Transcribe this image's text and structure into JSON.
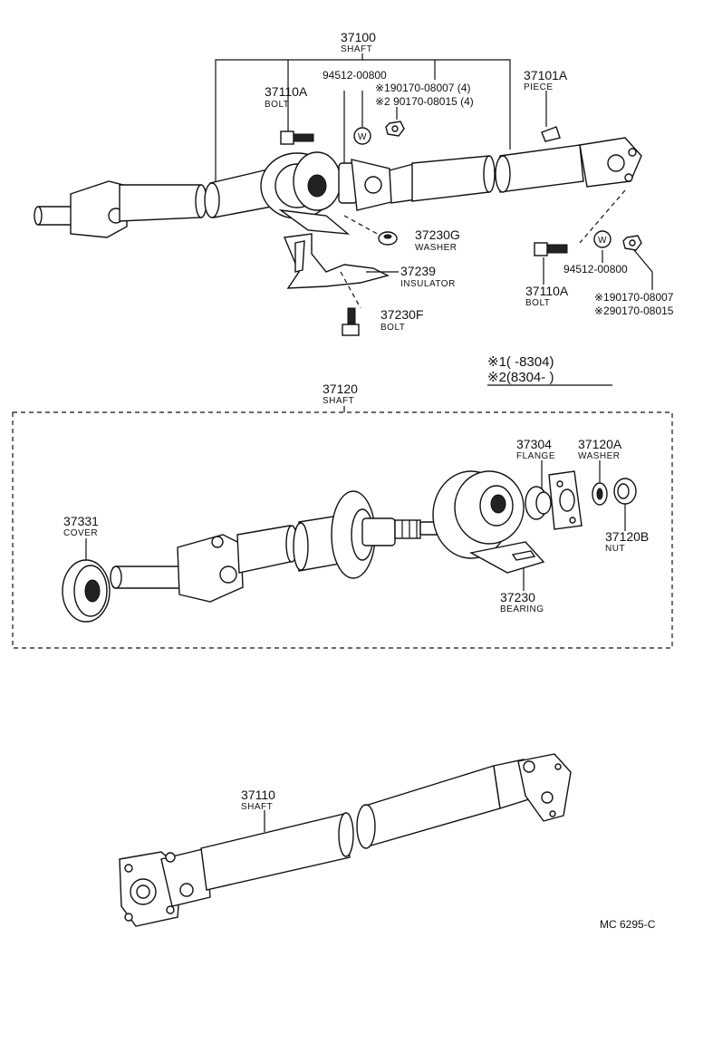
{
  "labels": {
    "shaft_37100": {
      "num": "37100",
      "sub": "SHAFT"
    },
    "bolt_37110A_top": {
      "num": "37110A",
      "sub": "BOLT"
    },
    "washer_pn_top": "94512-00800",
    "nut_pn1_top": "※190170-08007 (4)",
    "nut_pn2_top": "※2 90170-08015 (4)",
    "piece_37101A": {
      "num": "37101A",
      "sub": "PIECE"
    },
    "washer_37230G": {
      "num": "37230G",
      "sub": "WASHER"
    },
    "insulator_37239": {
      "num": "37239",
      "sub": "INSULATOR"
    },
    "bolt_37230F": {
      "num": "37230F",
      "sub": "BOLT"
    },
    "washer_pn_right": "94512-00800",
    "bolt_37110A_right": {
      "num": "37110A",
      "sub": "BOLT"
    },
    "nut_pn1_right": "※190170-08007",
    "nut_pn2_right": "※290170-08015",
    "legend1": "※1(      -8304)",
    "legend2": "※2(8304-         )",
    "shaft_37120": {
      "num": "37120",
      "sub": "SHAFT"
    },
    "flange_37304": {
      "num": "37304",
      "sub": "FLANGE"
    },
    "washer_37120A": {
      "num": "37120A",
      "sub": "WASHER"
    },
    "cover_37331": {
      "num": "37331",
      "sub": "COVER"
    },
    "nut_37120B": {
      "num": "37120B",
      "sub": "NUT"
    },
    "bearing_37230": {
      "num": "37230",
      "sub": "BEARING"
    },
    "shaft_37110": {
      "num": "37110",
      "sub": "SHAFT"
    },
    "drawing_code": "MC 6295-C",
    "washer_symbol": "W"
  }
}
